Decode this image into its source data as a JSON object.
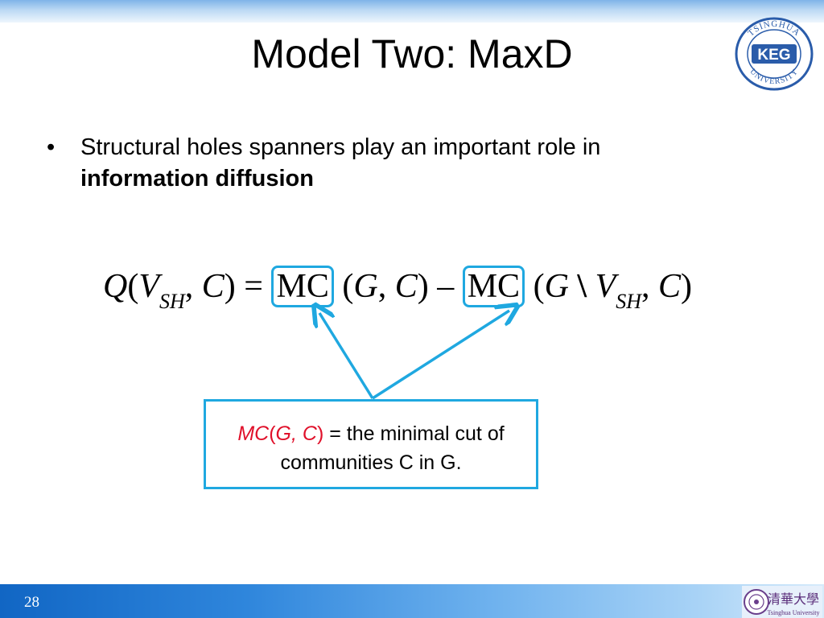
{
  "slide": {
    "title": "Model Two: MaxD",
    "page_number": "28"
  },
  "logo_keg": {
    "top_text": "TSINGHUA",
    "center_text": "KEG",
    "bottom_text": "UNIVERSITY"
  },
  "logo_thu": {
    "chinese_text": "清華大學",
    "english_text": "Tsinghua University"
  },
  "bullet": {
    "marker": "•",
    "text": "Structural holes spanners play an important role in",
    "bold_text": "information diffusion"
  },
  "formula": {
    "q": "Q",
    "v": "V",
    "sh": "SH",
    "c": "C",
    "g": "G",
    "mc": "MC",
    "equals": "=",
    "minus": "–",
    "setminus": "\\"
  },
  "callout": {
    "mc": "MC",
    "open_paren": "(",
    "args": "G, C",
    "close_paren": ")",
    "line1_rest": " = the minimal cut of",
    "line2": "communities C in G."
  },
  "colors": {
    "accent_blue": "#1fa8e0",
    "highlight_red": "#e0102a",
    "footer_blue": "#1166c4"
  }
}
